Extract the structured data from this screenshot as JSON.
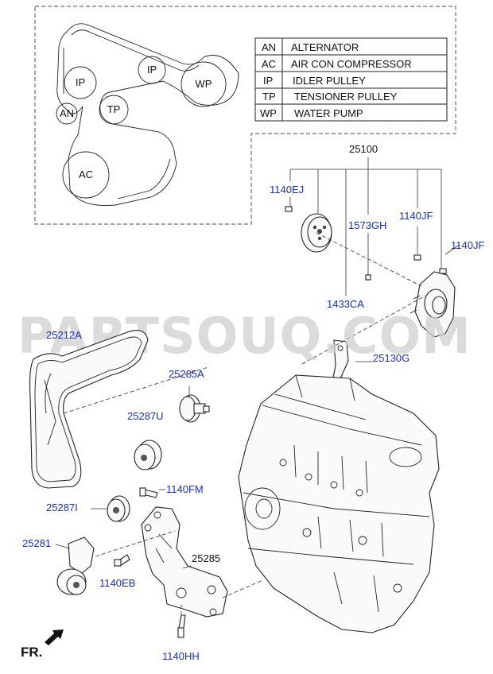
{
  "legend": {
    "rows": [
      {
        "code": "AN",
        "name": "ALTERNATOR"
      },
      {
        "code": "AC",
        "name": "AIR CON COMPRESSOR"
      },
      {
        "code": "IP",
        "name": "IDLER PULLEY"
      },
      {
        "code": "TP",
        "name": "TENSIONER PULLEY"
      },
      {
        "code": "WP",
        "name": "WATER PUMP"
      }
    ]
  },
  "routing": {
    "pulleys": [
      "IP",
      "WP",
      "IP",
      "AN",
      "TP",
      "AC"
    ]
  },
  "parts": {
    "p25100": "25100",
    "p1140EJ": "1140EJ",
    "p1573GH": "1573GH",
    "p1140JF_a": "1140JF",
    "p1140JF_b": "1140JF",
    "p1433CA": "1433CA",
    "p25130G": "25130G",
    "p25212A": "25212A",
    "p25285A": "25285A",
    "p25287U": "25287U",
    "p1140FM": "1140FM",
    "p25287I": "25287I",
    "p25281": "25281",
    "p25285": "25285",
    "p1140EB": "1140EB",
    "p1140HH": "1140HH"
  },
  "watermark": "PARTSOUQ.COM",
  "direction": "FR.",
  "colors": {
    "label_blue": "#1a2fb5",
    "line": "#222222"
  }
}
